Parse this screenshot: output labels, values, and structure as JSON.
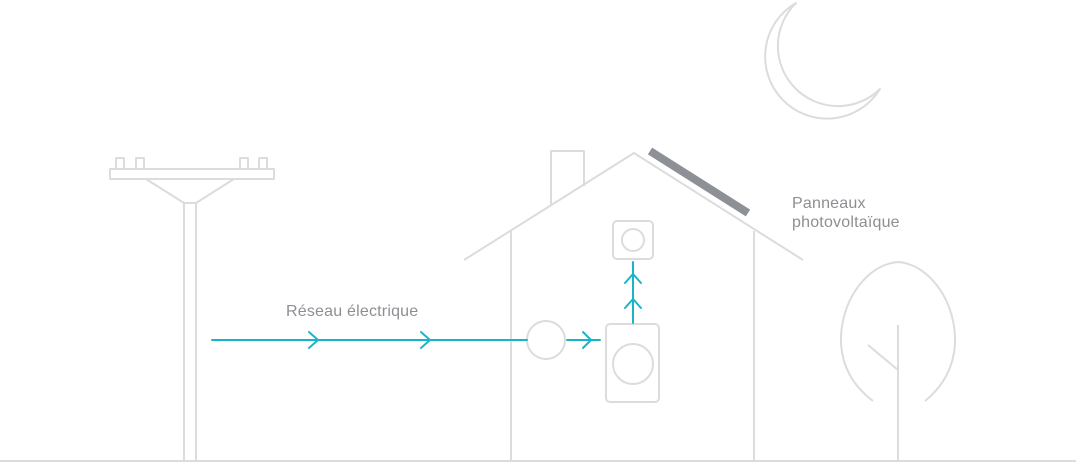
{
  "labels": {
    "grid": "Réseau électrique",
    "solar_line1": "Panneaux",
    "solar_line2": "photovoltaïque"
  },
  "colors": {
    "outline": "#dcdcdc",
    "flow": "#1ab4c8",
    "panel": "#8d9095",
    "text": "#8c8f93"
  },
  "icons": [
    "utility-pole-icon",
    "moon-icon",
    "house-icon",
    "solar-panel-icon",
    "electric-meter-icon",
    "inverter-icon",
    "wall-socket-icon",
    "tree-icon",
    "flow-arrow-icon"
  ]
}
